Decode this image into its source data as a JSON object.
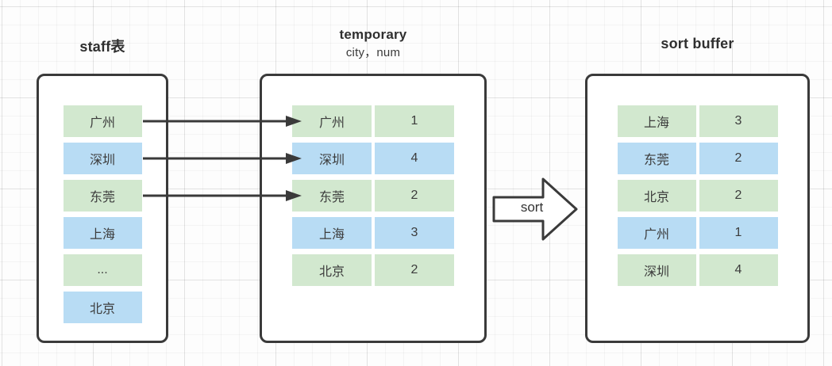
{
  "diagram": {
    "staff": {
      "title": "staff表",
      "rows": [
        "广州",
        "深圳",
        "东莞",
        "上海",
        "...",
        "北京"
      ]
    },
    "temporary": {
      "title": "temporary",
      "subtitle": "city，num",
      "rows": [
        {
          "city": "广州",
          "num": "1"
        },
        {
          "city": "深圳",
          "num": "4"
        },
        {
          "city": "东莞",
          "num": "2"
        },
        {
          "city": "上海",
          "num": "3"
        },
        {
          "city": "北京",
          "num": "2"
        }
      ]
    },
    "sort_buffer": {
      "title": "sort buffer",
      "rows": [
        {
          "city": "上海",
          "num": "3"
        },
        {
          "city": "东莞",
          "num": "2"
        },
        {
          "city": "北京",
          "num": "2"
        },
        {
          "city": "广州",
          "num": "1"
        },
        {
          "city": "深圳",
          "num": "4"
        }
      ]
    },
    "sort_arrow": {
      "label": "sort"
    },
    "colors": {
      "row_green": "#d2e8cf",
      "row_blue": "#b8dcf4",
      "stroke": "#3a3a3a",
      "background": "#fdfdfd"
    }
  }
}
